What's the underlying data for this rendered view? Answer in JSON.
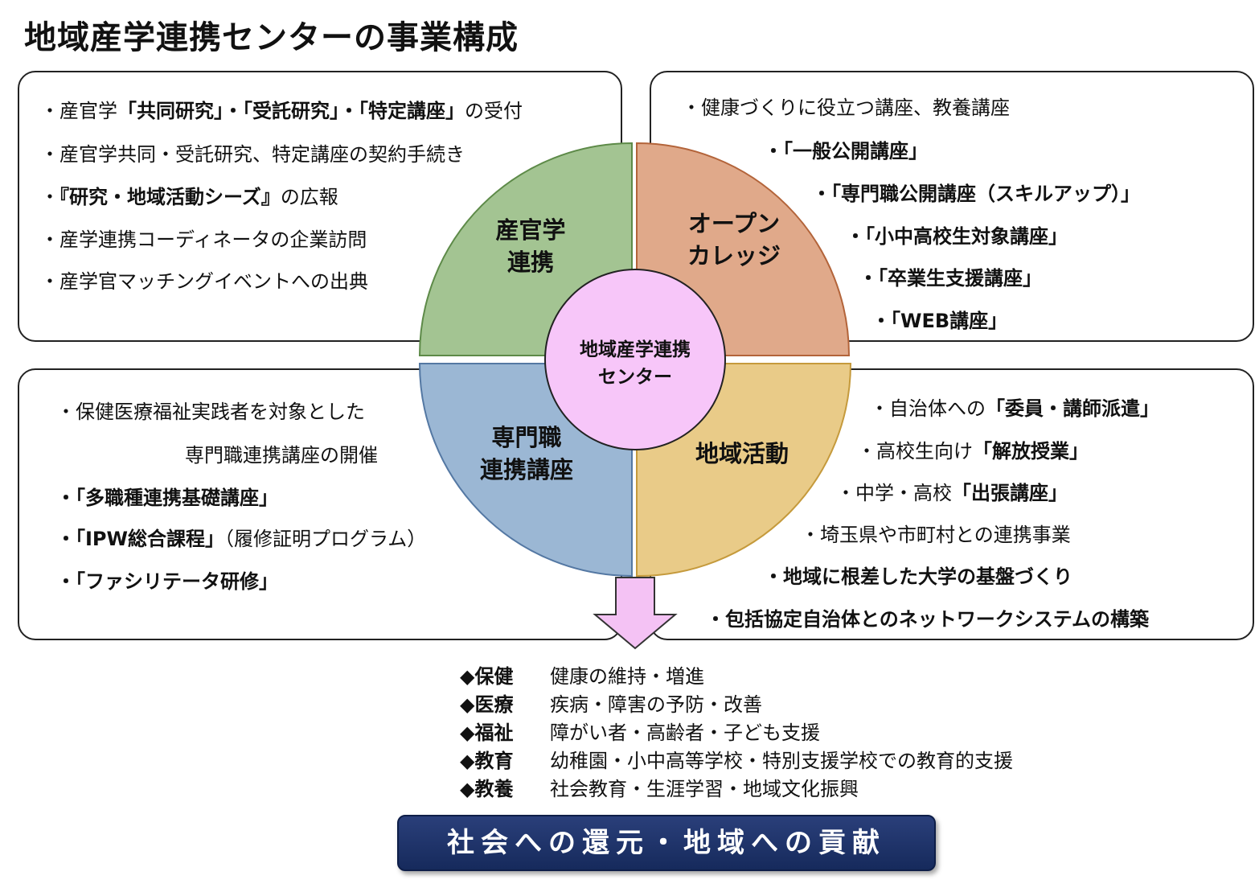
{
  "title": "地域産学連携センターの事業構成",
  "top_left_box": {
    "lines": [
      {
        "parts": [
          "・産官学",
          "「共同研究」・「受託研究」・「特定講座」",
          "の受付"
        ]
      },
      {
        "parts": [
          "・産官学共同・受託研究、特定講座の契約手続き"
        ]
      },
      {
        "parts": [
          "・",
          "『研究・地域活動シーズ』",
          "の広報"
        ]
      },
      {
        "parts": [
          "・産学連携コーディネータの企業訪問"
        ]
      },
      {
        "parts": [
          "・産学官マッチングイベントへの出典"
        ]
      }
    ]
  },
  "top_right_box": {
    "lines": [
      "・健康づくりに役立つ講座、教養講座",
      "・「一般公開講座」",
      "・「専門職公開講座（スキルアップ）」",
      "・「小中高校生対象講座」",
      "・「卒業生支援講座」",
      "・「WEB講座」"
    ]
  },
  "bottom_left_box": {
    "lines": [
      "・保健医療福祉実践者を対象とした",
      "専門職連携講座の開催",
      "・「多職種連携基礎講座」",
      "・「IPW総合課程」",
      "（履修証明プログラム）",
      "・「ファシリテータ研修」"
    ]
  },
  "bottom_right_box": {
    "lines": [
      {
        "plain": "・自治体への",
        "bold": "「委員・講師派遣」"
      },
      {
        "plain": "・高校生向け",
        "bold": "「解放授業」"
      },
      {
        "plain": "・中学・高校",
        "bold": "「出張講座」"
      },
      {
        "plain": "・埼玉県や市町村との連携事業",
        "bold": ""
      },
      {
        "plain": "",
        "bold": "・地域に根差した大学の基盤づくり"
      },
      {
        "plain": "",
        "bold": "・包括協定自治体とのネットワークシステムの構築"
      }
    ]
  },
  "quadrants": {
    "tl": {
      "line1": "産官学",
      "line2": "連携",
      "color": "#a3c492"
    },
    "tr": {
      "line1": "オープン",
      "line2": "カレッジ",
      "color": "#e0a98a"
    },
    "bl": {
      "line1": "専門職",
      "line2": "連携講座",
      "color": "#9bb7d4"
    },
    "br": {
      "line1": "地域活動",
      "line2": "",
      "color": "#e9cb88"
    }
  },
  "center": {
    "line1": "地域産学連携",
    "line2": "センター",
    "color": "#f7c6f9"
  },
  "arrow_color": "#f4c2f4",
  "outcomes": [
    {
      "key": "◆保健",
      "value": "健康の維持・増進"
    },
    {
      "key": "◆医療",
      "value": "疾病・障害の予防・改善"
    },
    {
      "key": "◆福祉",
      "value": "障がい者・高齢者・子ども支援"
    },
    {
      "key": "◆教育",
      "value": "幼稚園・小中高等学校・特別支援学校での教育的支援"
    },
    {
      "key": "◆教養",
      "value": "社会教育・生涯学習・地域文化振興"
    }
  ],
  "banner": "社会への還元・地域への貢献"
}
